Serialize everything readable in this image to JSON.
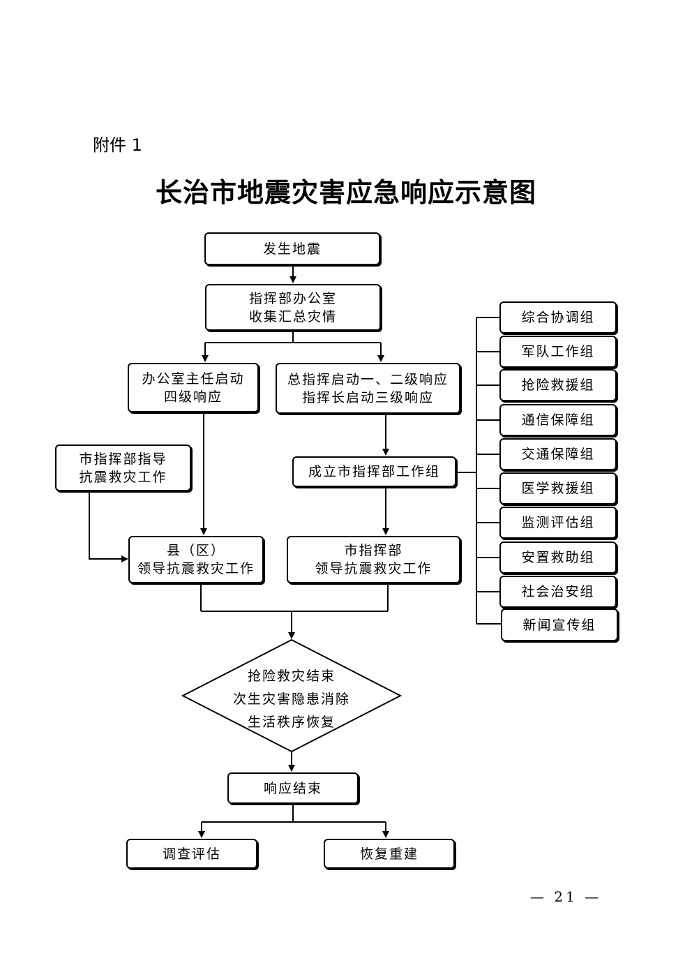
{
  "header": {
    "attachment": "附件 1"
  },
  "title": "长治市地震灾害应急响应示意图",
  "flow": {
    "start": "发生地震",
    "office": [
      "指挥部办公室",
      "收集汇总灾情"
    ],
    "level4": [
      "办公室主任启动",
      "四级响应"
    ],
    "level123": [
      "总指挥启动一、二级响应",
      "指挥长启动三级响应"
    ],
    "city_guide": [
      "市指挥部指导",
      "抗震救灾工作"
    ],
    "working_groups": "成立市指挥部工作组",
    "county_lead": [
      "县（区）",
      "领导抗震救灾工作"
    ],
    "city_lead": [
      "市指挥部",
      "领导抗震救灾工作"
    ],
    "decision": [
      "抢险救灾结束",
      "次生灾害隐患消除",
      "生活秩序恢复"
    ],
    "end": "响应结束",
    "investigate": "调查评估",
    "rebuild": "恢复重建"
  },
  "groups": [
    "综合协调组",
    "军队工作组",
    "抢险救援组",
    "通信保障组",
    "交通保障组",
    "医学救援组",
    "监测评估组",
    "安置救助组",
    "社会治安组",
    "新闻宣传组"
  ],
  "footer": {
    "page_number": "— 21 —"
  }
}
